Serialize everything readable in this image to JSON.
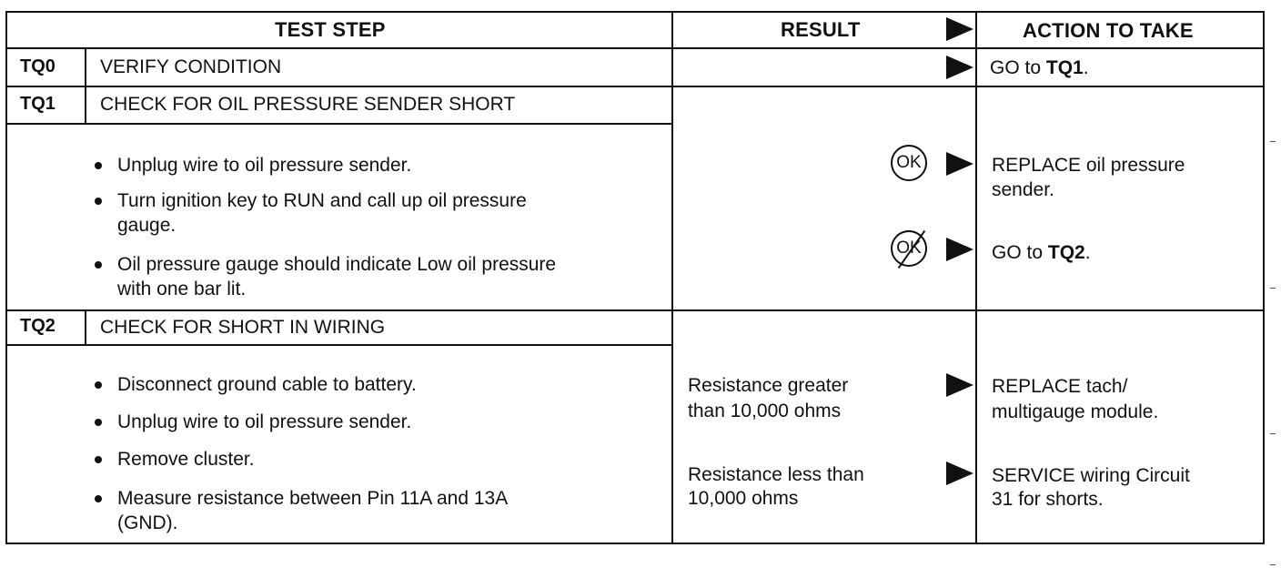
{
  "header": {
    "test_step": "TEST STEP",
    "result": "RESULT",
    "action": "ACTION TO TAKE",
    "arrow_icon": "right-triangle-arrow"
  },
  "rows": {
    "tq0": {
      "code": "TQ0",
      "title": "VERIFY CONDITION",
      "action_prefix": "GO to",
      "action_ref": "TQ1",
      "action_suffix": "."
    },
    "tq1": {
      "code": "TQ1",
      "title": "CHECK FOR OIL PRESSURE SENDER SHORT",
      "steps": [
        [
          "Unplug wire to oil pressure sender."
        ],
        [
          "Turn ignition key to RUN and call up oil pressure",
          "gauge."
        ],
        [
          "Oil pressure gauge should indicate Low oil pressure",
          "with one bar lit."
        ]
      ],
      "result_ok": "OK",
      "result_not_ok": "OK",
      "action_ok": [
        "REPLACE oil pressure",
        "sender."
      ],
      "action_not_ok_prefix": "GO to",
      "action_not_ok_ref": "TQ2",
      "action_not_ok_suffix": "."
    },
    "tq2": {
      "code": "TQ2",
      "title": "CHECK FOR SHORT IN WIRING",
      "steps": [
        [
          "Disconnect ground cable to battery."
        ],
        [
          "Unplug wire to oil pressure sender."
        ],
        [
          "Remove cluster."
        ],
        [
          "Measure resistance between Pin 11A and 13A",
          "(GND)."
        ]
      ],
      "result_1": [
        "Resistance greater",
        "than 10,000 ohms"
      ],
      "action_1": [
        "REPLACE tach/",
        "multigauge module."
      ],
      "result_2": [
        "Resistance less than",
        "10,000 ohms"
      ],
      "action_2": [
        "SERVICE wiring Circuit",
        "31 for shorts."
      ]
    }
  }
}
